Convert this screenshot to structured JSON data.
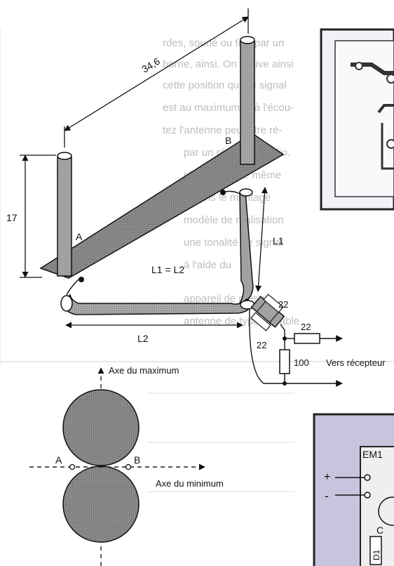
{
  "labels": {
    "dim_diagonal": "34,6",
    "dim_height": "17",
    "rod_a": "A",
    "rod_b": "B",
    "equation": "L1 = L2",
    "length_l1": "L1",
    "length_l2": "L2",
    "r_top": "22",
    "r_mid": "22",
    "r_bottom": "22",
    "r_load": "100",
    "receiver": "Vers récepteur",
    "axis_max": "Axe du maximum",
    "axis_min": "Axe du minimum",
    "point_a": "A",
    "point_b": "B",
    "pcb_label": "EM1",
    "plus": "+",
    "minus": "-",
    "cap_label": "C",
    "diode_label": "D1"
  },
  "background_text": [
    "rdes, soudé ou fixé par un",
    "borne, ainsi. On trouve ainsi",
    "cette position que le signal",
    "est au maximum et à l'écou-",
    "tez l'antenne peut être ré-",
    "par un récepteur radio.",
    "réalisée sur le même",
    "rt dans le montage",
    "modèle de réalisation",
    "une tonalité de signal",
    "à l'aide du",
    "appareil de mesure",
    "antenne de type réglable"
  ],
  "colors": {
    "ink": "#111111",
    "beam": "#5f5f5f",
    "rod": "#9c9c9c",
    "disk": "#8a8a8a",
    "photo_bg": "#f3f1f7",
    "pcb_bg": "#c7c5dd",
    "pcb_inner": "#efefef",
    "page_text": "#bdbdbd"
  }
}
